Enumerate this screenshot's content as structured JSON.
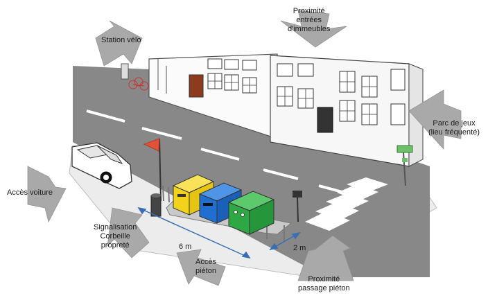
{
  "labels": {
    "station_velo": "Station vélo",
    "proximite_entrees": [
      "Proximité",
      "entrées",
      "d'immeubles"
    ],
    "parc_de_jeux": [
      "Parc de jeux",
      "(lieu fréquenté)"
    ],
    "acces_voiture": "Accès voiture",
    "signalisation": [
      "Signalisation",
      "Corbeille",
      "propreté"
    ],
    "acces_pieton": [
      "Accès",
      "piéton"
    ],
    "proximite_passage": [
      "Proximité",
      "passage piéton"
    ],
    "dim_length": "6 m",
    "dim_width": "2 m"
  },
  "colors": {
    "road": "#8a8a8a",
    "sidewalk": "#d9d9d9",
    "bin_yellow": "#f2d21a",
    "bin_blue": "#1f6fd0",
    "bin_green": "#2ea844",
    "arrow_grey": "#a9a9a9",
    "dimension_blue": "#3a6fb5",
    "flag_red": "#e0533a",
    "door_brown": "#8b3b1e"
  }
}
